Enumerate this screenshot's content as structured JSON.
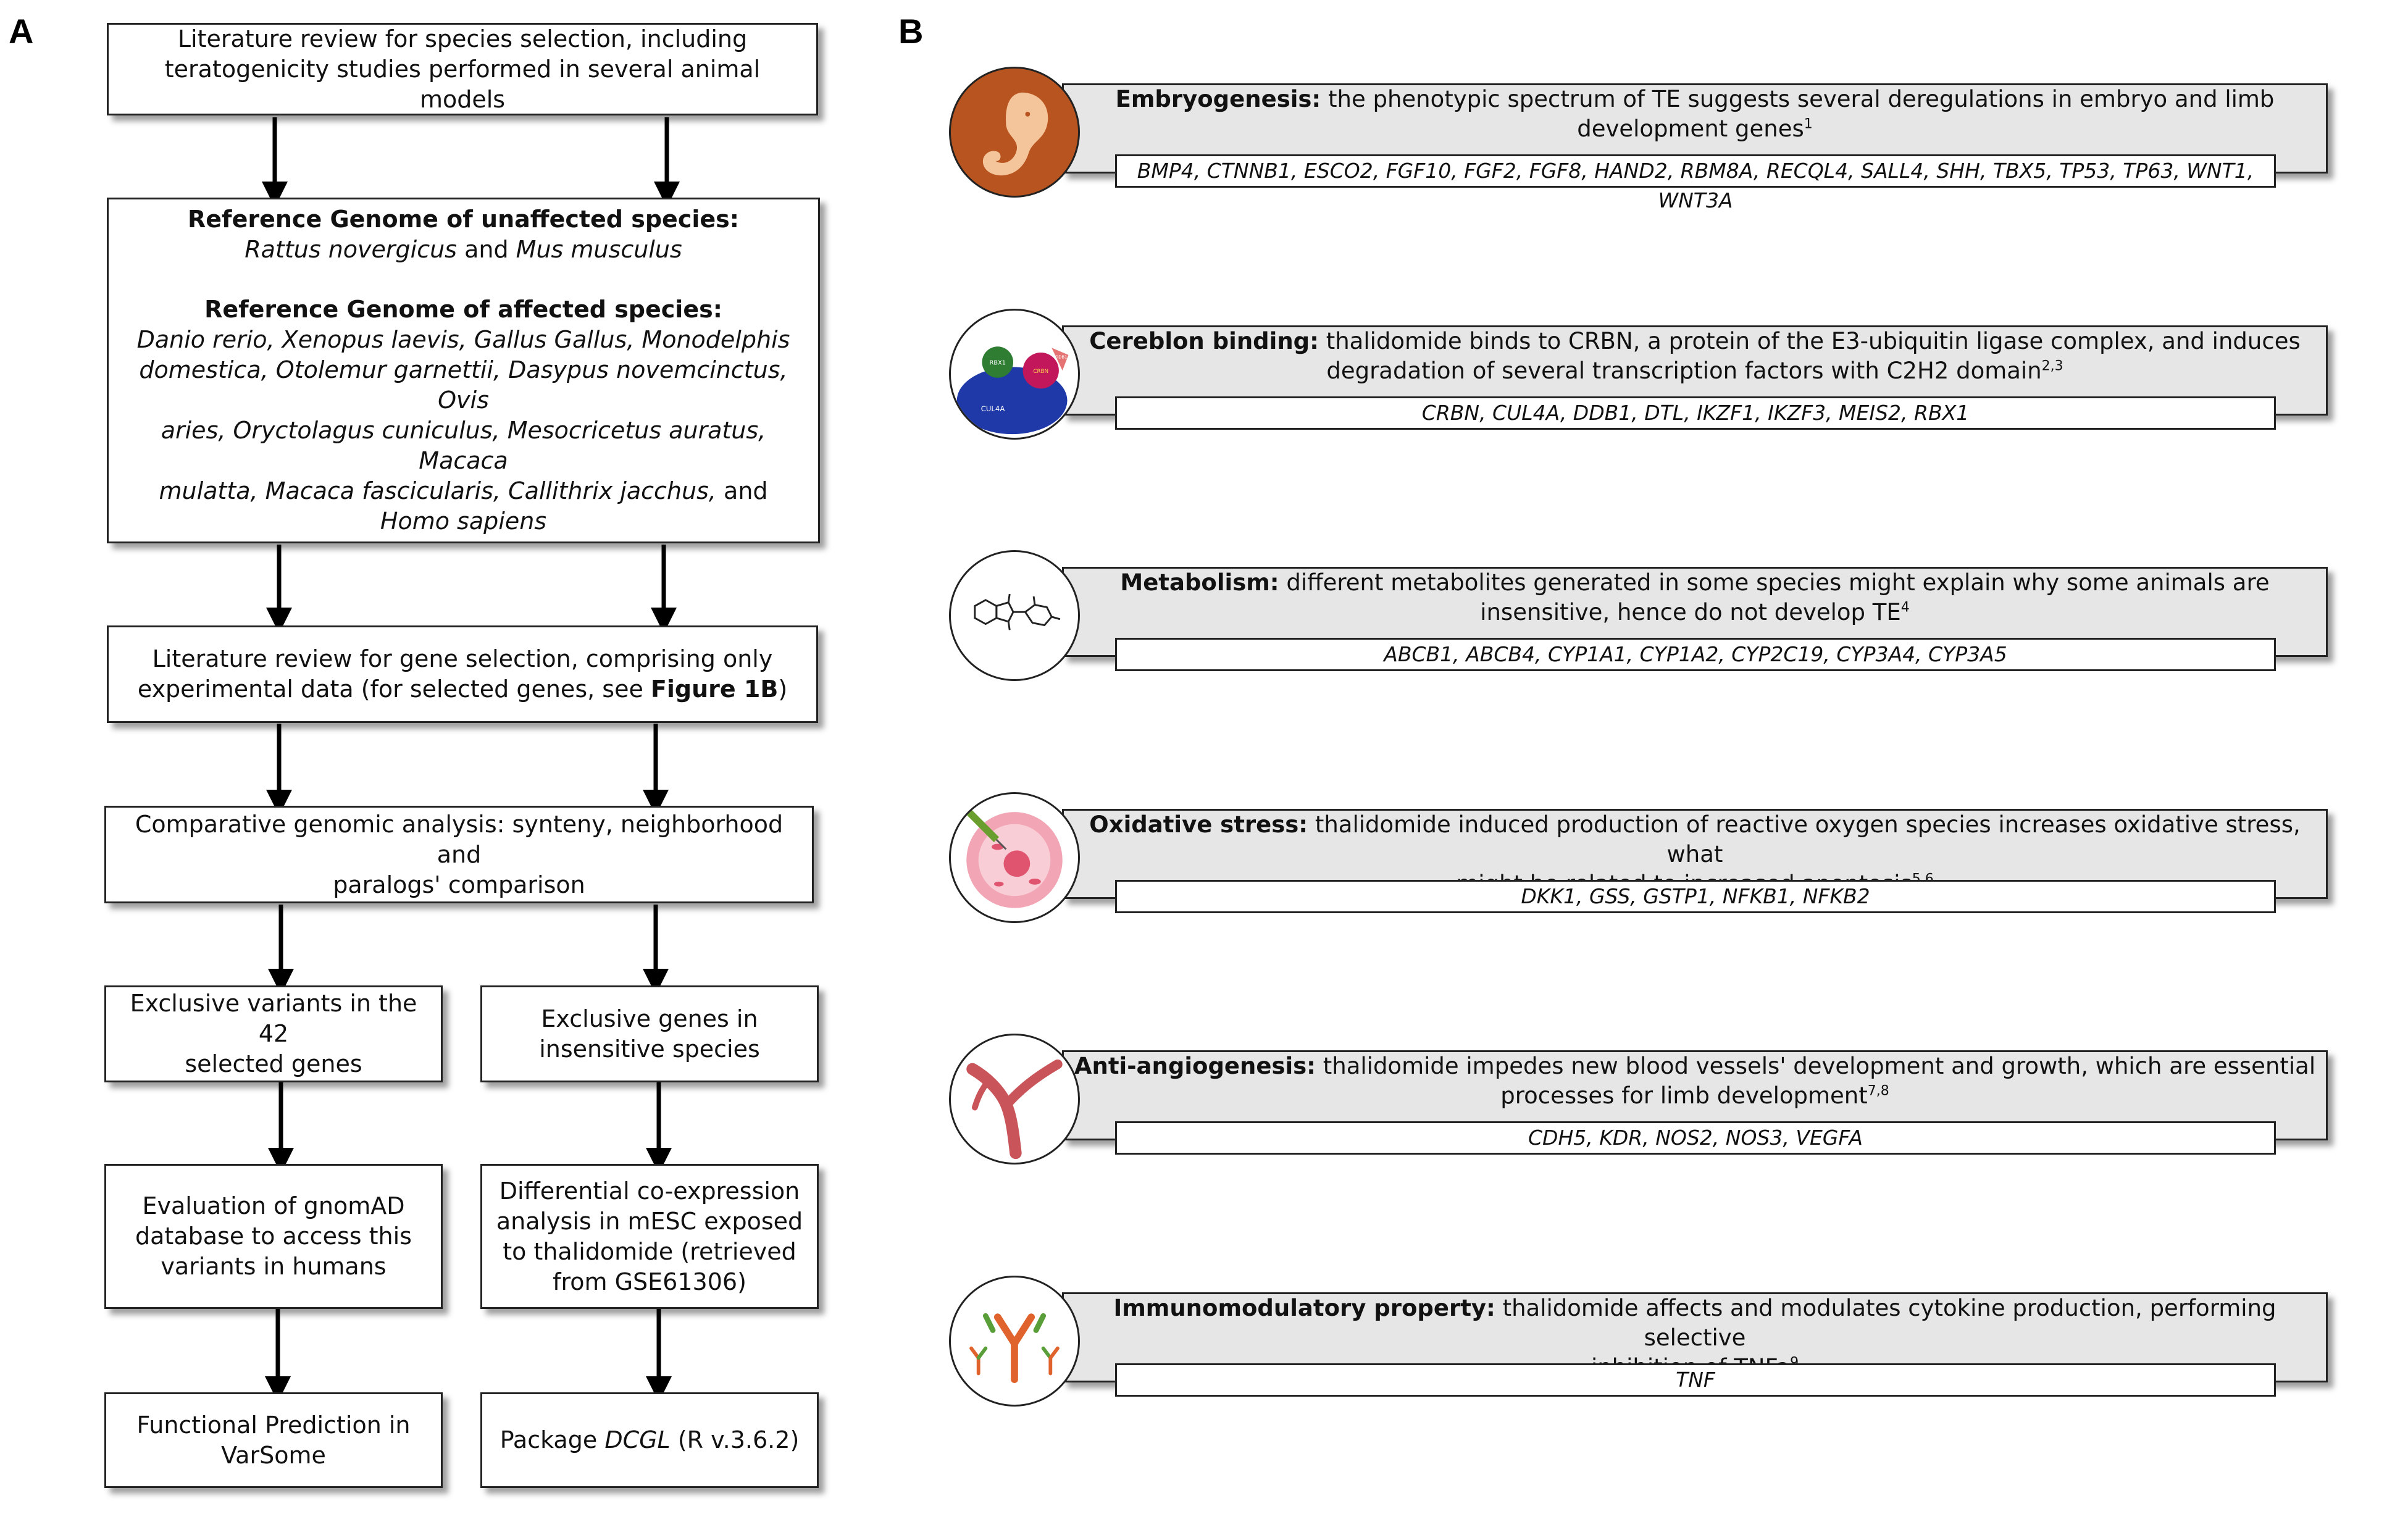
{
  "panels": {
    "a": "A",
    "b": "B"
  },
  "flow": {
    "box1": {
      "line1": "Literature review for species selection, including",
      "line2": "teratogenicity studies performed in several animal models"
    },
    "box2": {
      "unaffected_head": "Reference Genome of unaffected species:",
      "unaffected_sp1": "Rattus novergicus",
      "and": "and",
      "unaffected_sp2": "Mus musculus",
      "affected_head": "Reference Genome of affected species:",
      "affected_l1": "Danio rerio, Xenopus laevis, Gallus Gallus, Monodelphis",
      "affected_l2": "domestica, Otolemur garnettii, Dasypus novemcinctus, Ovis",
      "affected_l3": "aries, Oryctolagus cuniculus, Mesocricetus auratus, Macaca",
      "affected_l4": "mulatta, Macaca fascicularis, Callithrix jacchus,",
      "affected_l4_and": "and",
      "affected_l5": "Homo sapiens"
    },
    "box3": {
      "line1": "Literature review for gene selection, comprising only",
      "line2_pre": "experimental data (for selected genes, see",
      "line2_bold": "Figure 1B",
      "line2_post": ")"
    },
    "box4": {
      "line1": "Comparative genomic analysis: synteny, neighborhood and",
      "line2": "paralogs' comparison"
    },
    "box5": {
      "line1": "Exclusive variants in the 42",
      "line2": "selected genes"
    },
    "box6": {
      "line1": "Exclusive genes in",
      "line2": "insensitive species"
    },
    "box7": {
      "line1": "Evaluation of gnomAD",
      "line2": "database to access this",
      "line3": "variants in humans"
    },
    "box8": {
      "line1": "Differential co-expression",
      "line2": "analysis in mESC exposed",
      "line3": "to thalidomide (retrieved",
      "line4": "from GSE61306)"
    },
    "box9": {
      "line1": "Functional Prediction in",
      "line2": "VarSome"
    },
    "box10": {
      "pre": "Package",
      "italic": "DCGL",
      "post": "(R v.3.6.2)"
    }
  },
  "categories": [
    {
      "title": "Embryogenesis:",
      "line1": "the phenotypic spectrum of TE suggests several deregulations in embryo and limb",
      "line2": "development genes",
      "ref": "1",
      "genes": "BMP4, CTNNB1, ESCO2, FGF10, FGF2, FGF8, HAND2, RBM8A, RECQL4, SALL4, SHH, TBX5, TP53, TP63, WNT1, WNT3A",
      "icon": "embryo-icon"
    },
    {
      "title": "Cereblon binding:",
      "line1": "thalidomide binds to CRBN, a protein of the E3-ubiquitin ligase complex, and induces",
      "line2": "degradation of several transcription factors with C2H2 domain",
      "ref": "2,3",
      "genes": "CRBN, CUL4A, DDB1, DTL, IKZF1, IKZF3, MEIS2, RBX1",
      "icon": "cereblon-complex-icon",
      "icon_labels": {
        "rbx": "RBX1",
        "crbn": "CRBN",
        "ddb": "DDB1",
        "cul": "CUL4A"
      }
    },
    {
      "title": "Metabolism:",
      "line1": "different metabolites generated in some species might explain why some animals are",
      "line2": "insensitive, hence do not develop TE",
      "ref": "4",
      "genes": "ABCB1, ABCB4, CYP1A1, CYP1A2, CYP2C19, CYP3A4, CYP3A5",
      "icon": "thalidomide-molecule-icon"
    },
    {
      "title": "Oxidative stress:",
      "line1": "thalidomide induced production of reactive oxygen species increases oxidative stress, what",
      "line2": "might be related to increased apoptosis",
      "ref": "5,6",
      "genes": "DKK1, GSS, GSTP1, NFKB1, NFKB2",
      "icon": "cell-injection-icon"
    },
    {
      "title": "Anti-angiogenesis:",
      "line1": "thalidomide impedes new blood vessels' development and growth, which are essential",
      "line2": "processes for limb development",
      "ref": "7,8",
      "genes": "CDH5, KDR, NOS2, NOS3, VEGFA",
      "icon": "blood-vessel-icon"
    },
    {
      "title": "Immunomodulatory property:",
      "line1": "thalidomide affects and modulates cytokine production, performing selective",
      "line2": "inhibition of TNFa",
      "ref": "9",
      "genes": "TNF",
      "icon": "antibody-icon"
    }
  ],
  "colors": {
    "category_fill": "#e6e6e6",
    "embryo_bg": "#b8541f",
    "embryo_fg": "#f4c49a",
    "cell_pink": "#f2a6b5",
    "vessel_red": "#c9555a",
    "antibody_orange": "#e0632d",
    "antibody_green": "#5a9e3a"
  }
}
